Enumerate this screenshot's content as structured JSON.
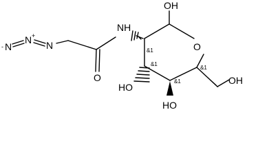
{
  "molecule": {
    "atoms": {
      "n_terminal": "N",
      "n_terminal_charge": "-",
      "n_central": "N",
      "n_central_charge": "+",
      "n_proximal": "N",
      "amide_o": "O",
      "amide_nh": "NH",
      "anomeric_oh": "OH",
      "ring_o": "O",
      "c4_oh": "HO",
      "c5_oh": "HO",
      "c6_oh": "OH"
    },
    "stereo_labels": {
      "c2": "&1",
      "c3": "&1",
      "c4": "&1",
      "c5": "&1"
    }
  }
}
